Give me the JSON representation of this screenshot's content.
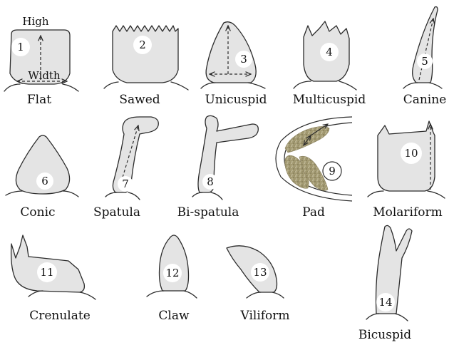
{
  "labels": {
    "high": "High",
    "width": "Width",
    "teeth": [
      {
        "number": "1",
        "name": "Flat"
      },
      {
        "number": "2",
        "name": "Sawed"
      },
      {
        "number": "3",
        "name": "Unicuspid"
      },
      {
        "number": "4",
        "name": "Multicuspid"
      },
      {
        "number": "5",
        "name": "Canine"
      },
      {
        "number": "6",
        "name": "Conic"
      },
      {
        "number": "7",
        "name": "Spatula"
      },
      {
        "number": "8",
        "name": "Bi-spatula"
      },
      {
        "number": "9",
        "name": "Pad"
      },
      {
        "number": "10",
        "name": "Molariform"
      },
      {
        "number": "11",
        "name": "Crenulate"
      },
      {
        "number": "12",
        "name": "Claw"
      },
      {
        "number": "13",
        "name": "Viliform"
      },
      {
        "number": "14",
        "name": "Bicuspid"
      }
    ]
  },
  "colors": {
    "tooth_fill": "#e4e4e4",
    "outline": "#2b2b2b",
    "pad_texture": "#a39a72"
  }
}
